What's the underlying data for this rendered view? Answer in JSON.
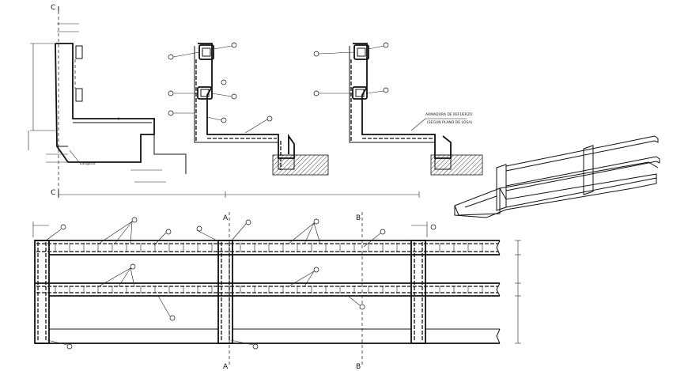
{
  "section_marks": {
    "c_top": "C",
    "c_bottom": "C",
    "a_top": "A",
    "a_bottom": "A",
    "b_top": "B",
    "b_bottom": "B"
  },
  "callouts": {
    "label_1": "Longitud",
    "label_2": "ARMADURA DE REFUERZO",
    "label_3": "(SEGUN PLANO DE LOSA)"
  }
}
